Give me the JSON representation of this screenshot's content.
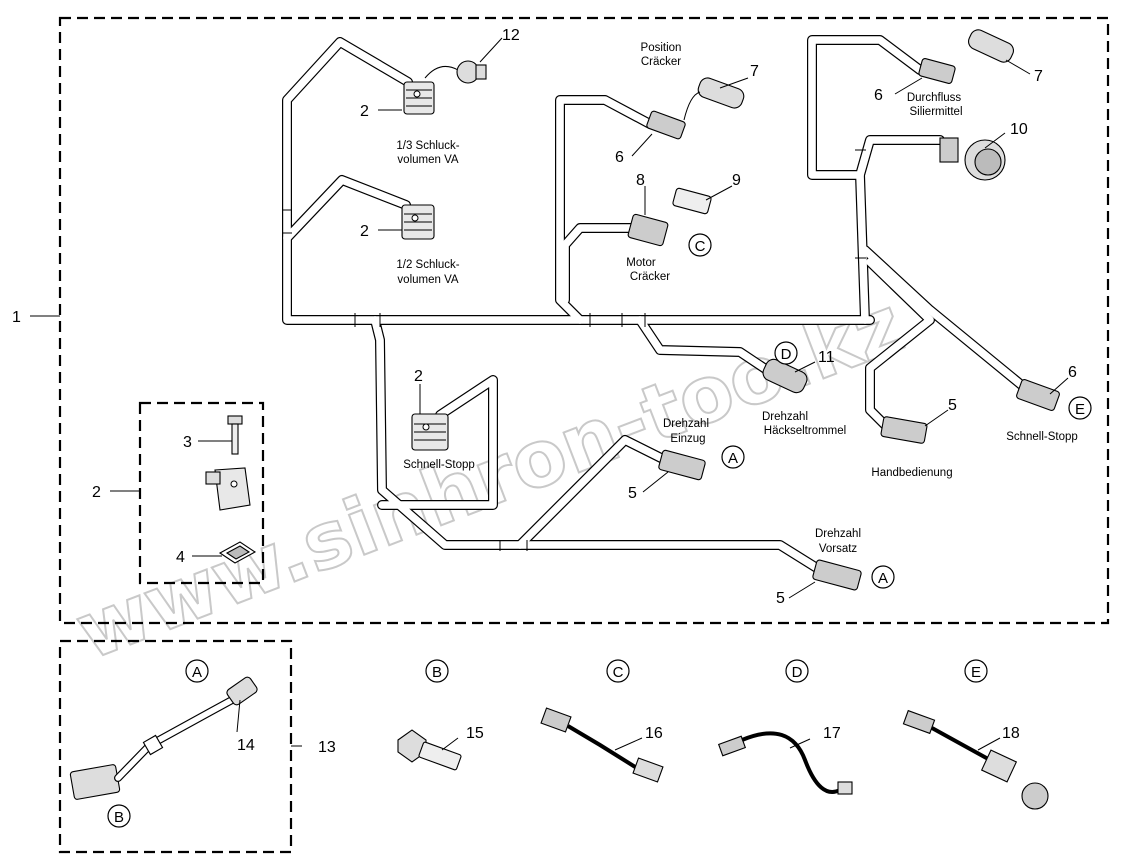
{
  "watermark": "www.sinhron-too.kz",
  "callouts": {
    "c1": "1",
    "c2a": "2",
    "c2b": "2",
    "c2c": "2",
    "c2d": "2",
    "c3": "3",
    "c4": "4",
    "c5a": "5",
    "c5b": "5",
    "c5c": "5",
    "c6a": "6",
    "c6b": "6",
    "c6c": "6",
    "c7a": "7",
    "c7b": "7",
    "c8": "8",
    "c9": "9",
    "c10": "10",
    "c11": "11",
    "c12": "12",
    "c13": "13",
    "c14": "14",
    "c15": "15",
    "c16": "16",
    "c17": "17",
    "c18": "18"
  },
  "labels": {
    "schluck13_l1": "1/3 Schluck-",
    "schluck13_l2": "volumen VA",
    "schluck12_l1": "1/2 Schluck-",
    "schluck12_l2": "volumen VA",
    "position_l1": "Position",
    "position_l2": "Cräcker",
    "motor_l1": "Motor",
    "motor_l2": "Cräcker",
    "durchfluss_l1": "Durchfluss",
    "durchfluss_l2": "Siliermittel",
    "haeckseltrommel_l1": "Drehzahl",
    "haeckseltrommel_l2": "Häckseltrommel",
    "einzug_l1": "Drehzahl",
    "einzug_l2": "Einzug",
    "vorsatz_l1": "Drehzahl",
    "vorsatz_l2": "Vorsatz",
    "schnellstopp_valve": "Schnell-Stopp",
    "schnellstopp_right": "Schnell-Stopp",
    "handbedienung": "Handbedienung"
  },
  "circled": {
    "A_einzug": "A",
    "A_vorsatz": "A",
    "C_motor": "C",
    "D_trommel": "D",
    "E_schnellstopp": "E",
    "A_kit": "A",
    "B_kit": "B",
    "B_kit2": "B",
    "C_kit": "C",
    "D_kit": "D",
    "E_kit": "E"
  },
  "icons": [
    "valve-connector-icon",
    "bolt-icon",
    "gasket-icon",
    "connector-plug-icon",
    "round-connector-icon",
    "adapter-cable-icon"
  ]
}
